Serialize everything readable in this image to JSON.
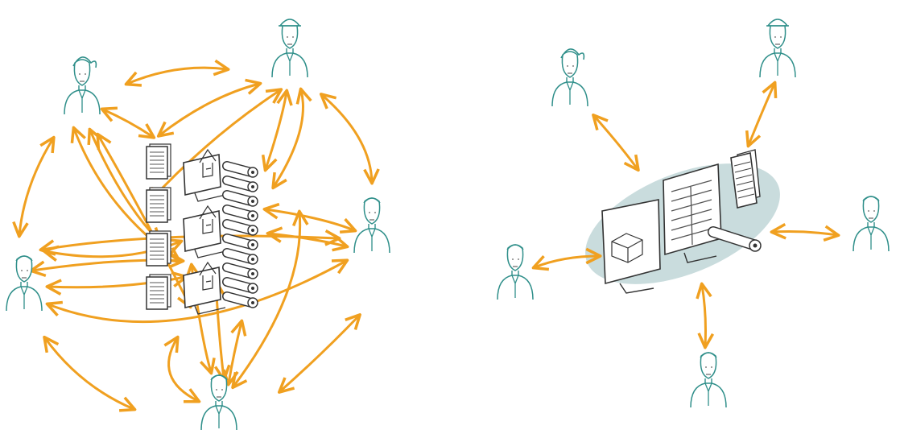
{
  "colors": {
    "arrow": "#F0A020",
    "person_stroke": "#2F8F8A",
    "ink": "#333333",
    "hub": "#C9DCDD",
    "paper": "#FFFFFF"
  },
  "left_cluster": {
    "people": [
      {
        "icon": "woman-icon"
      },
      {
        "icon": "hard-hat-worker-icon"
      },
      {
        "icon": "man-icon"
      },
      {
        "icon": "man-icon"
      },
      {
        "icon": "man-icon"
      }
    ],
    "document_stacks": 4,
    "monitors": 3,
    "drawing_rolls": 10
  },
  "right_cluster": {
    "people": [
      {
        "icon": "woman-icon"
      },
      {
        "icon": "hard-hat-worker-icon"
      },
      {
        "icon": "man-icon"
      },
      {
        "icon": "man-icon"
      },
      {
        "icon": "man-icon"
      }
    ],
    "hub": {
      "screens": 2,
      "document_stacks": 1,
      "drawing_rolls": 1
    }
  }
}
